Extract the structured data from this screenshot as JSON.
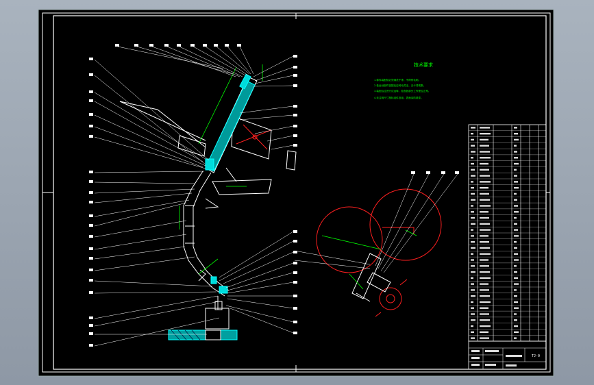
{
  "drawing": {
    "notes_title": "技术要求",
    "notes": [
      "1.零件装配前必须清洗干净，不得有毛刺。",
      "2.各运动部件装配后应转动灵活，无卡滞现象。",
      "3.装配后应进行试运转，检查各部分工作是否正常。",
      "4.未注明尺寸按标准件选用，表面涂防锈漆。"
    ],
    "title_block_code": "TJ-0"
  },
  "colors": {
    "background": "#000000",
    "frame": "#ffffff",
    "leader": "#ffffff",
    "dimension": "#00ff00",
    "hatch": "#00ffff",
    "section": "#ff0000"
  }
}
